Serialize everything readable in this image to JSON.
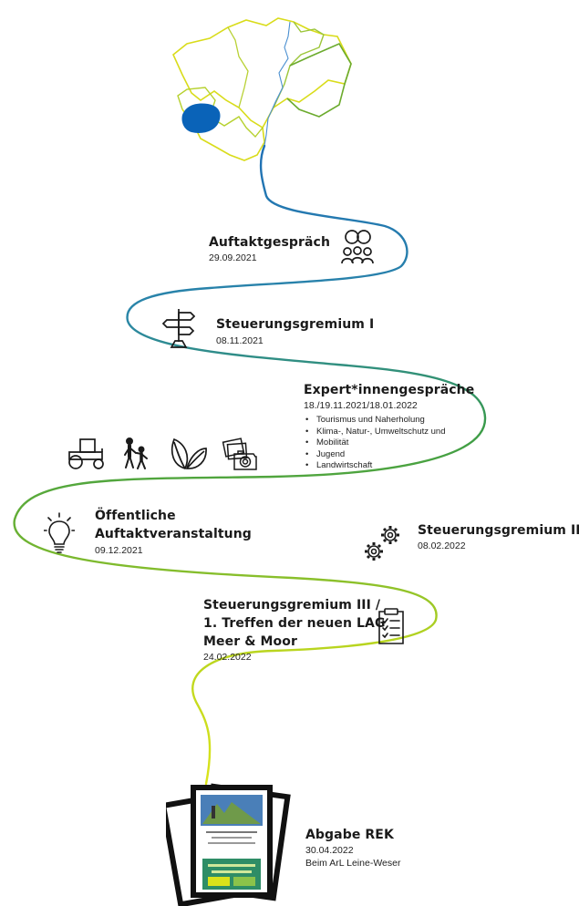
{
  "milestones": {
    "auftakt": {
      "title": "Auftaktgespräch",
      "date": "29.09.2021"
    },
    "sg1": {
      "title": "Steuerungsgremium I",
      "date": "08.11.2021"
    },
    "expert": {
      "title": "Expert*innengespräche",
      "date": "18./19.11.2021/18.01.2022",
      "topics": [
        "Tourismus und Naherholung",
        "Klima-, Natur-, Umweltschutz und",
        "Mobilität",
        "Jugend",
        "Landwirtschaft"
      ]
    },
    "oeffentlich": {
      "title_line1": "Öffentliche",
      "title_line2": "Auftaktveranstaltung",
      "date": "09.12.2021"
    },
    "sg2": {
      "title": "Steuerungsgremium II",
      "date": "08.02.2022"
    },
    "sg3": {
      "title_line1": "Steuerungsgremium III /",
      "title_line2": "1. Treffen der neuen LAG",
      "title_line3": "Meer & Moor",
      "date": "24.02.2022"
    },
    "abgabe": {
      "title": "Abgabe REK",
      "date": "30.04.2022",
      "note": "Beim ArL Leine-Weser"
    }
  },
  "icons": {
    "auftakt": "people-group-icon",
    "sg1": "signpost-icon",
    "expert_row": [
      "tractor-icon",
      "family-walking-icon",
      "leaves-icon",
      "camera-photos-icon"
    ],
    "oeffentlich": "lightbulb-icon",
    "sg2": "gears-icon",
    "sg3": "clipboard-checklist-icon",
    "abgabe": "document-stack-icon"
  },
  "colors": {
    "path_blue": "#1f6fb6",
    "path_green": "#3a9b48",
    "path_lime": "#d6e21a",
    "map_lake": "#0a63b8",
    "map_outline_green": "#6cab2e",
    "map_outline_yellow": "#d9dc1b"
  }
}
